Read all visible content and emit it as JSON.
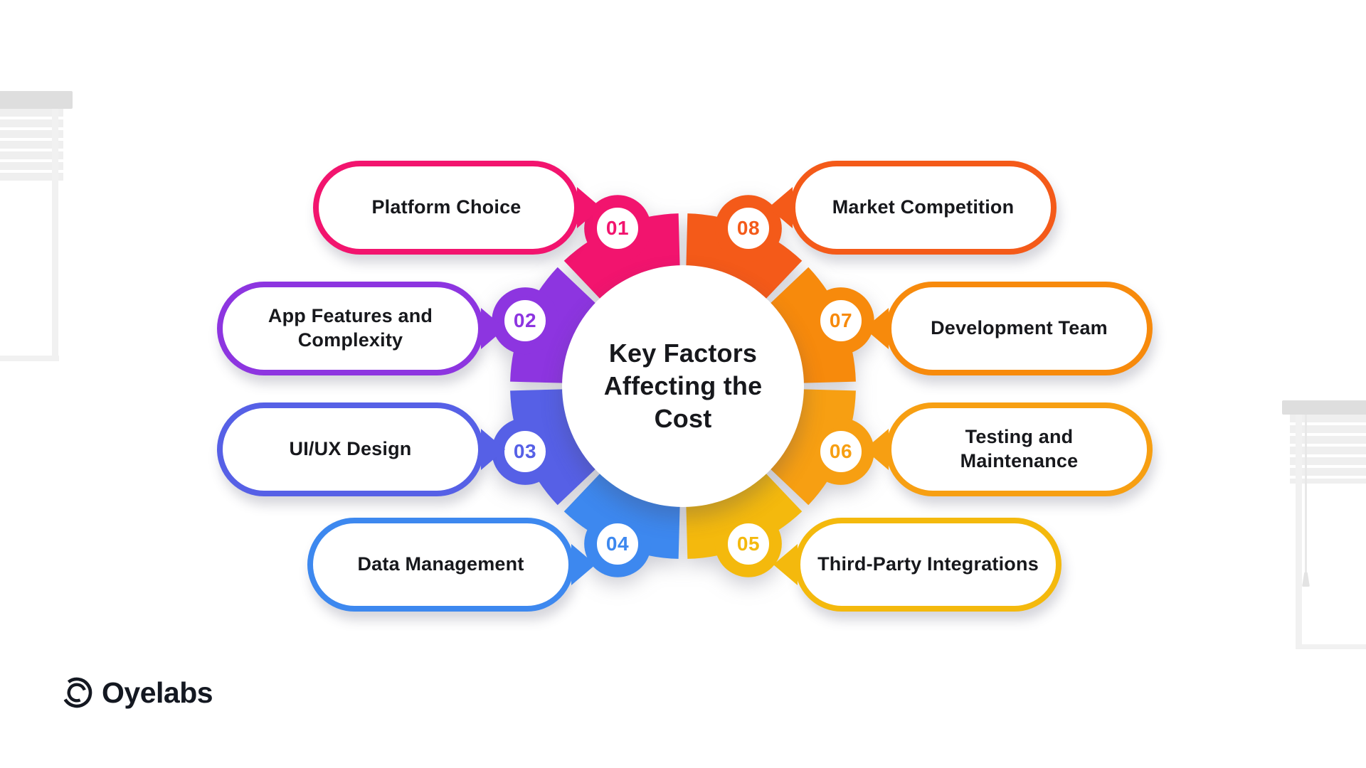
{
  "diagram": {
    "title": "Key Factors\nAffecting the\nCost",
    "factors": [
      {
        "number": "01",
        "label": "Platform Choice",
        "color": "#F2146E",
        "side": "left"
      },
      {
        "number": "02",
        "label": "App Features and\nComplexity",
        "color": "#8D35E0",
        "side": "left"
      },
      {
        "number": "03",
        "label": "UI/UX Design",
        "color": "#5660E6",
        "side": "left"
      },
      {
        "number": "04",
        "label": "Data Management",
        "color": "#3D88EF",
        "side": "left"
      },
      {
        "number": "05",
        "label": "Third-Party Integrations",
        "color": "#F4B90D",
        "side": "right"
      },
      {
        "number": "06",
        "label": "Testing and\nMaintenance",
        "color": "#F79F12",
        "side": "right"
      },
      {
        "number": "07",
        "label": "Development Team",
        "color": "#F78A0C",
        "side": "right"
      },
      {
        "number": "08",
        "label": "Market Competition",
        "color": "#F45A19",
        "side": "right"
      }
    ]
  },
  "logo": {
    "text": "Oyelabs",
    "color": "#141821"
  }
}
